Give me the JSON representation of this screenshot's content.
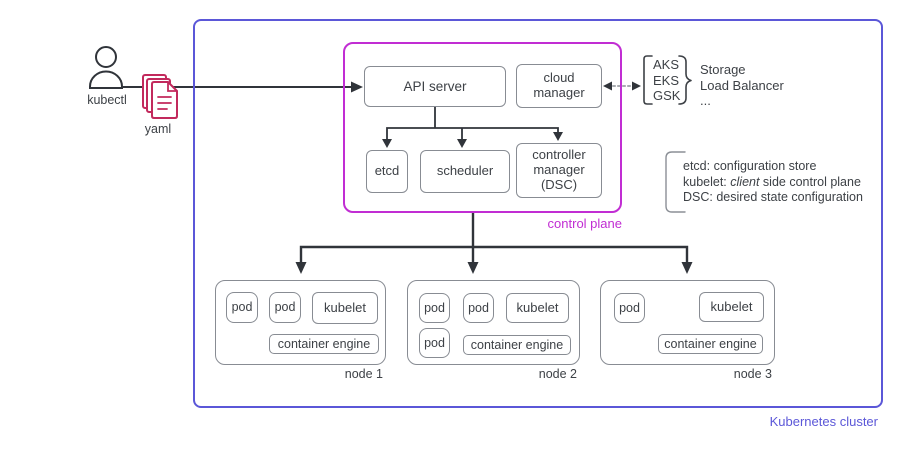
{
  "diagram": {
    "cluster_label": "Kubernetes cluster",
    "actor_label": "kubectl",
    "yaml_label": "yaml",
    "control_plane": {
      "label": "control plane",
      "api_server": "API server",
      "cloud_manager": "cloud manager",
      "etcd": "etcd",
      "scheduler": "scheduler",
      "controller_manager": "controller manager (DSC)"
    },
    "cloud_providers": [
      "AKS",
      "EKS",
      "GSK"
    ],
    "cloud_resources": [
      "Storage",
      "Load Balancer",
      "..."
    ],
    "legend": {
      "line1": "etcd: configuration store",
      "line2_pre": "kubelet: ",
      "line2_em": "client",
      "line2_post": " side control plane",
      "line3": "DSC: desired state configuration"
    },
    "nodes": [
      {
        "label": "node 1",
        "pods": [
          "pod",
          "pod"
        ],
        "kubelet": "kubelet",
        "container_engine": "container engine"
      },
      {
        "label": "node 2",
        "pods": [
          "pod",
          "pod",
          "pod"
        ],
        "kubelet": "kubelet",
        "container_engine": "container engine"
      },
      {
        "label": "node 3",
        "pods": [
          "pod"
        ],
        "kubelet": "kubelet",
        "container_engine": "container engine"
      }
    ],
    "colors": {
      "cluster_border": "#5b57d8",
      "control_plane": "#c12dd3",
      "yaml_icon": "#c2295c",
      "arrow": "#30343a",
      "box_border": "#888c93",
      "text": "#3d4146"
    }
  }
}
